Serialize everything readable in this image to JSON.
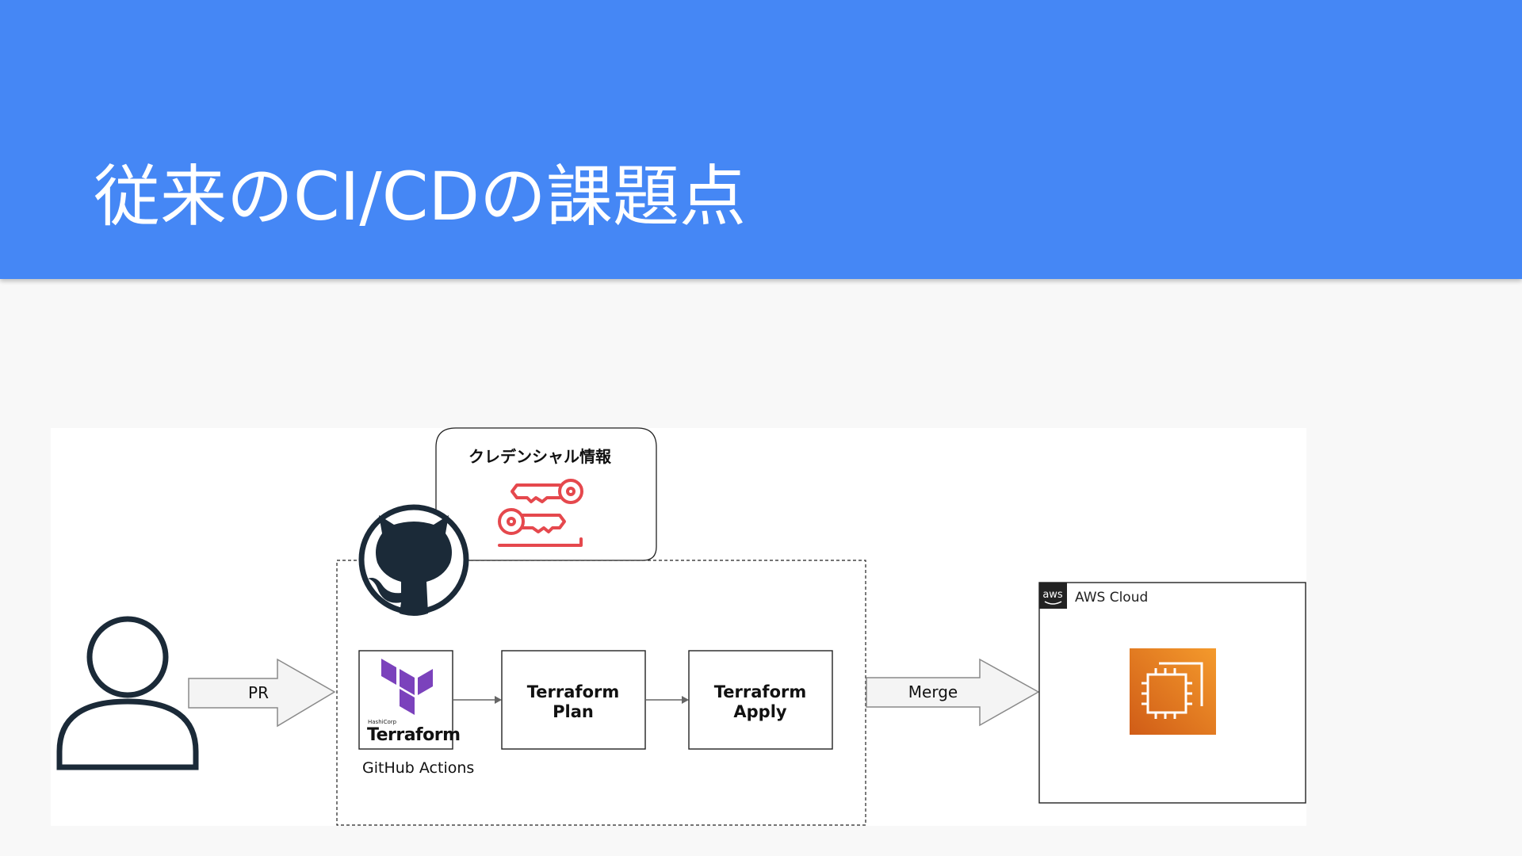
{
  "slide": {
    "title": "従来のCI/CDの課題点"
  },
  "colors": {
    "header": "#4587f5",
    "title_text": "#ffffff",
    "credential_icon": "#e5484d",
    "terraform_purple": "#7b42bc",
    "aws_orange": "#e3761b",
    "aws_orange_light": "#f49a2c",
    "github_dark": "#1b2a38",
    "arrow_fill": "#f4f4f4",
    "arrow_stroke": "#8a8a8a"
  },
  "diagram": {
    "credential_box": {
      "label": "クレデンシャル情報",
      "icon": "key-icon"
    },
    "github": {
      "icon": "github-octocat-icon",
      "actions_label": "GitHub Actions"
    },
    "user": {
      "icon": "user-icon"
    },
    "pr_arrow": {
      "label": "PR"
    },
    "terraform_logo": {
      "icon": "terraform-logo-icon",
      "brand_small": "HashiCorp",
      "brand_name": "Terraform"
    },
    "plan_box": {
      "line1": "Terraform",
      "line2": "Plan"
    },
    "apply_box": {
      "line1": "Terraform",
      "line2": "Apply"
    },
    "merge_arrow": {
      "label": "Merge"
    },
    "aws_cloud": {
      "badge": "aws",
      "label": "AWS Cloud",
      "resource_icon": "ec2-instance-icon"
    }
  }
}
